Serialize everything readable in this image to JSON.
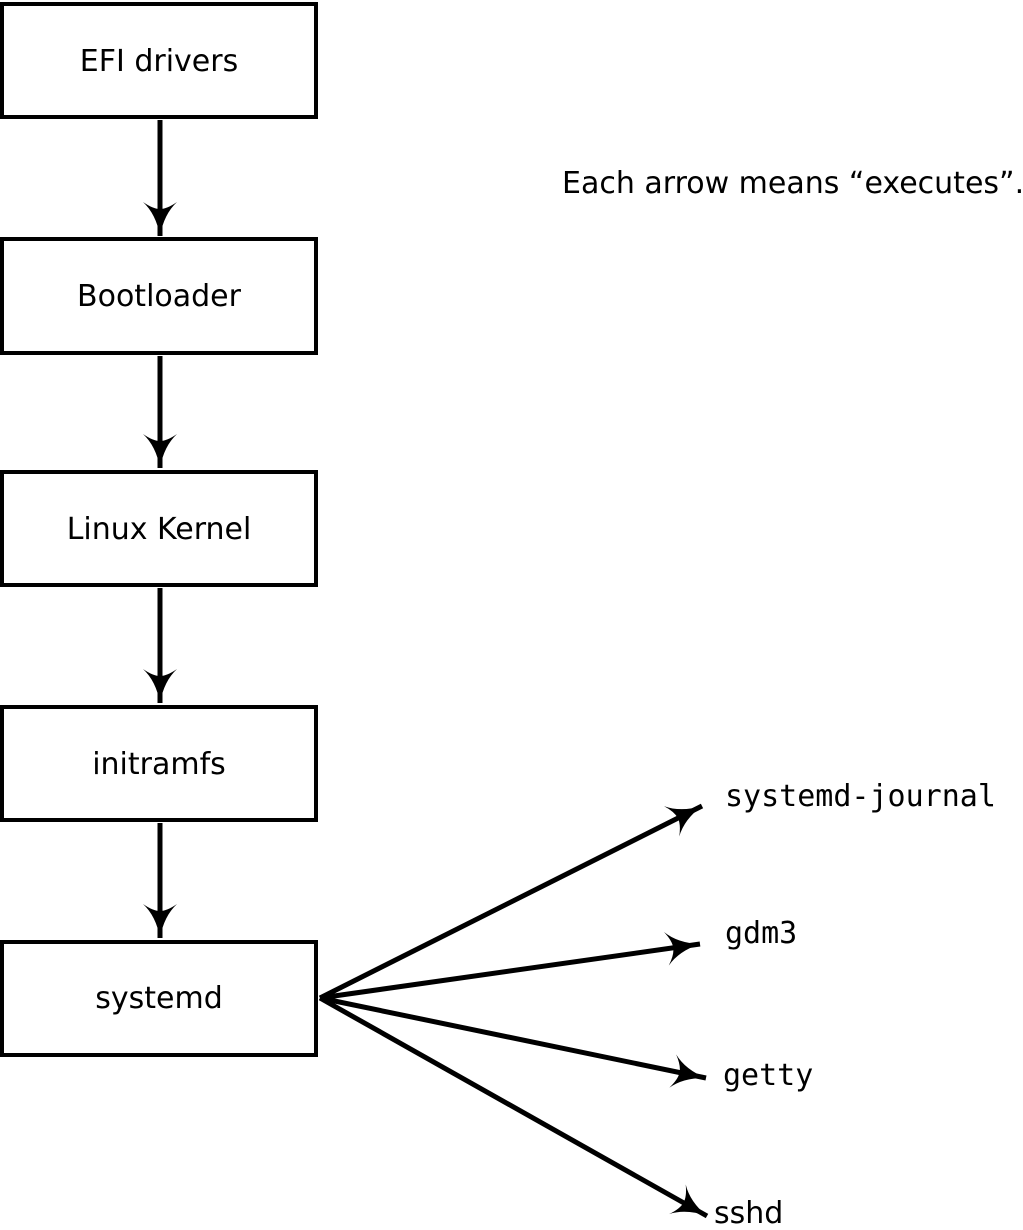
{
  "annotation": {
    "text": "Each arrow means “executes”."
  },
  "flow": {
    "arrow_meaning": "executes",
    "boxes": [
      {
        "id": "efi-drivers",
        "label": "EFI drivers"
      },
      {
        "id": "bootloader",
        "label": "Bootloader"
      },
      {
        "id": "linux-kernel",
        "label": "Linux Kernel"
      },
      {
        "id": "initramfs",
        "label": "initramfs"
      },
      {
        "id": "systemd",
        "label": "systemd"
      }
    ]
  },
  "spawned_processes": [
    {
      "id": "systemd-journal",
      "label": "systemd-journal"
    },
    {
      "id": "gdm3",
      "label": "gdm3"
    },
    {
      "id": "getty",
      "label": "getty"
    },
    {
      "id": "sshd",
      "label": "sshd"
    }
  ],
  "colors": {
    "line": "#000000",
    "box_fill": "#ffffff",
    "background": "#ffffff",
    "text": "#000000"
  }
}
